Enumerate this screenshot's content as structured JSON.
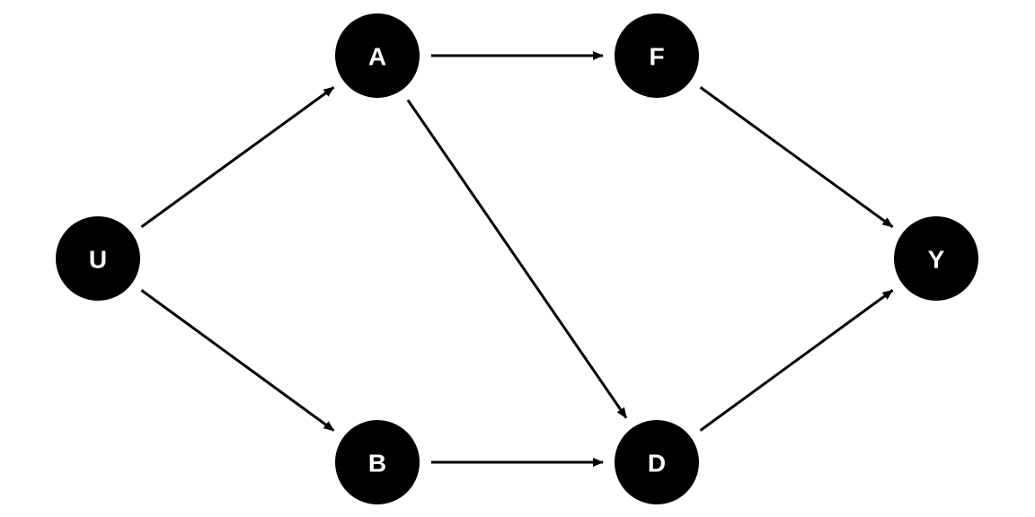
{
  "diagram": {
    "colors": {
      "background": "#ffffff",
      "node_fill": "#000000",
      "node_text": "#ffffff",
      "edge": "#000000"
    },
    "nodes": [
      {
        "id": "U",
        "label": "U"
      },
      {
        "id": "A",
        "label": "A"
      },
      {
        "id": "B",
        "label": "B"
      },
      {
        "id": "F",
        "label": "F"
      },
      {
        "id": "D",
        "label": "D"
      },
      {
        "id": "Y",
        "label": "Y"
      }
    ],
    "edges": [
      {
        "from": "U",
        "to": "A"
      },
      {
        "from": "U",
        "to": "B"
      },
      {
        "from": "A",
        "to": "F"
      },
      {
        "from": "A",
        "to": "D"
      },
      {
        "from": "B",
        "to": "D"
      },
      {
        "from": "F",
        "to": "Y"
      },
      {
        "from": "D",
        "to": "Y"
      }
    ]
  }
}
